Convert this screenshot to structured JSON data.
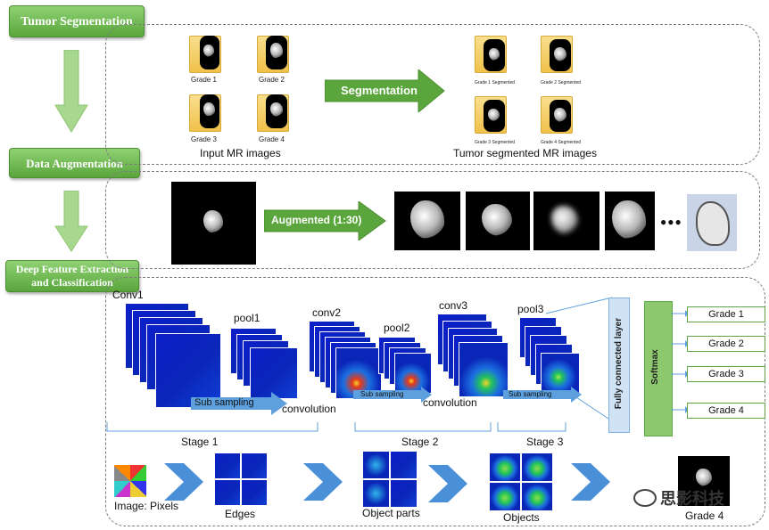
{
  "steps": {
    "tumor_segmentation": "Tumor Segmentation",
    "data_augmentation": "Data Augmentation",
    "deep_feature_line1": "Deep Feature Extraction",
    "deep_feature_line2": "and Classification"
  },
  "segmentation": {
    "input_grades": [
      "Grade 1",
      "Grade 2",
      "Grade 3",
      "Grade 4"
    ],
    "input_caption": "Input MR images",
    "arrow_label": "Segmentation",
    "output_grades": [
      "Grade 1 Segmented",
      "Grade 2 Segmented",
      "Grade 3 Segmented",
      "Grade 4 Segmented"
    ],
    "output_caption": "Tumor segmented MR images"
  },
  "augmentation": {
    "arrow_label": "Augmented (1:30)",
    "ellipsis": "●●●"
  },
  "cnn": {
    "conv1": "Conv1",
    "pool1": "pool1",
    "conv2": "conv2",
    "pool2": "pool2",
    "conv3": "conv3",
    "pool3": "pool3",
    "sub_sampling": "Sub sampling",
    "convolution": "convolution",
    "fully_connected": "Fully connected layer",
    "softmax": "Softmax",
    "grades": [
      "Grade 1",
      "Grade 2",
      "Grade 3",
      "Grade 4"
    ],
    "stages": [
      "Stage 1",
      "Stage 2",
      "Stage 3"
    ]
  },
  "hierarchy": {
    "pixels": "Image: Pixels",
    "edges": "Edges",
    "object_parts": "Object parts",
    "objects": "Objects",
    "final": "Grade 4"
  },
  "watermark": "思影科技",
  "colors": {
    "green_step": "#6cb84d",
    "arrow_blue": "#4a90d9",
    "feature_map": "#0a26b8"
  }
}
